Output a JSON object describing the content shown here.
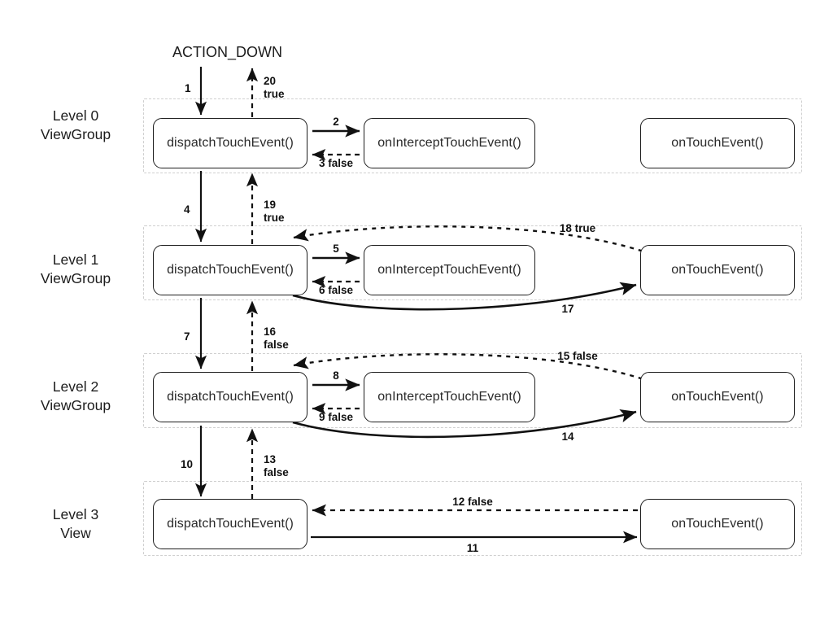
{
  "diagram": {
    "title_label": "ACTION_DOWN",
    "levels": [
      {
        "id": "level0",
        "label": "Level 0\nViewGroup"
      },
      {
        "id": "level1",
        "label": "Level 1\nViewGroup"
      },
      {
        "id": "level2",
        "label": "Level 2\nViewGroup"
      },
      {
        "id": "level3",
        "label": "Level 3\nView"
      }
    ],
    "nodes": {
      "dispatch": "dispatchTouchEvent()",
      "intercept": "onInterceptTouchEvent()",
      "touch": "onTouchEvent()"
    },
    "level_nodes": [
      {
        "level": "level0",
        "dispatch": "dispatchTouchEvent()",
        "intercept": "onInterceptTouchEvent()",
        "touch": "onTouchEvent()"
      },
      {
        "level": "level1",
        "dispatch": "dispatchTouchEvent()",
        "intercept": "onInterceptTouchEvent()",
        "touch": "onTouchEvent()"
      },
      {
        "level": "level2",
        "dispatch": "dispatchTouchEvent()",
        "intercept": "onInterceptTouchEvent()",
        "touch": "onTouchEvent()"
      },
      {
        "level": "level3",
        "dispatch": "dispatchTouchEvent()",
        "touch": "onTouchEvent()"
      }
    ],
    "edges": [
      {
        "id": "e1",
        "label": "1",
        "style": "solid",
        "from": "ACTION_DOWN",
        "to": "level0.dispatchTouchEvent()"
      },
      {
        "id": "e2",
        "label": "2",
        "style": "solid",
        "from": "level0.dispatchTouchEvent()",
        "to": "level0.onInterceptTouchEvent()"
      },
      {
        "id": "e3",
        "label": "3 false",
        "style": "dashed",
        "from": "level0.onInterceptTouchEvent()",
        "to": "level0.dispatchTouchEvent()"
      },
      {
        "id": "e4",
        "label": "4",
        "style": "solid",
        "from": "level0.dispatchTouchEvent()",
        "to": "level1.dispatchTouchEvent()"
      },
      {
        "id": "e5",
        "label": "5",
        "style": "solid",
        "from": "level1.dispatchTouchEvent()",
        "to": "level1.onInterceptTouchEvent()"
      },
      {
        "id": "e6",
        "label": "6 false",
        "style": "dashed",
        "from": "level1.onInterceptTouchEvent()",
        "to": "level1.dispatchTouchEvent()"
      },
      {
        "id": "e7",
        "label": "7",
        "style": "solid",
        "from": "level1.dispatchTouchEvent()",
        "to": "level2.dispatchTouchEvent()"
      },
      {
        "id": "e8",
        "label": "8",
        "style": "solid",
        "from": "level2.dispatchTouchEvent()",
        "to": "level2.onInterceptTouchEvent()"
      },
      {
        "id": "e9",
        "label": "9 false",
        "style": "dashed",
        "from": "level2.onInterceptTouchEvent()",
        "to": "level2.dispatchTouchEvent()"
      },
      {
        "id": "e10",
        "label": "10",
        "style": "solid",
        "from": "level2.dispatchTouchEvent()",
        "to": "level3.dispatchTouchEvent()"
      },
      {
        "id": "e11",
        "label": "11",
        "style": "solid",
        "from": "level3.dispatchTouchEvent()",
        "to": "level3.onTouchEvent()"
      },
      {
        "id": "e12",
        "label": "12 false",
        "style": "dashed",
        "from": "level3.onTouchEvent()",
        "to": "level3.dispatchTouchEvent()"
      },
      {
        "id": "e13",
        "label": "13\nfalse",
        "style": "dashed",
        "from": "level3.dispatchTouchEvent()",
        "to": "level2.dispatchTouchEvent()"
      },
      {
        "id": "e14",
        "label": "14",
        "style": "solid",
        "from": "level2.dispatchTouchEvent()",
        "to": "level2.onTouchEvent()"
      },
      {
        "id": "e15",
        "label": "15 false",
        "style": "dashed",
        "from": "level2.onTouchEvent()",
        "to": "level2.dispatchTouchEvent()"
      },
      {
        "id": "e16",
        "label": "16\nfalse",
        "style": "dashed",
        "from": "level2.dispatchTouchEvent()",
        "to": "level1.dispatchTouchEvent()"
      },
      {
        "id": "e17",
        "label": "17",
        "style": "solid",
        "from": "level1.dispatchTouchEvent()",
        "to": "level1.onTouchEvent()"
      },
      {
        "id": "e18",
        "label": "18 true",
        "style": "dashed",
        "from": "level1.onTouchEvent()",
        "to": "level1.dispatchTouchEvent()"
      },
      {
        "id": "e19",
        "label": "19\ntrue",
        "style": "dashed",
        "from": "level1.dispatchTouchEvent()",
        "to": "level0.dispatchTouchEvent()"
      },
      {
        "id": "e20",
        "label": "20\ntrue",
        "style": "dashed",
        "from": "level0.dispatchTouchEvent()",
        "to": "ACTION_DOWN"
      }
    ],
    "colors": {
      "stroke": "#111111",
      "box_border": "#1e1e1e",
      "band_border": "#cfcfcf",
      "text": "#2a2a2a",
      "background": "#ffffff"
    }
  }
}
